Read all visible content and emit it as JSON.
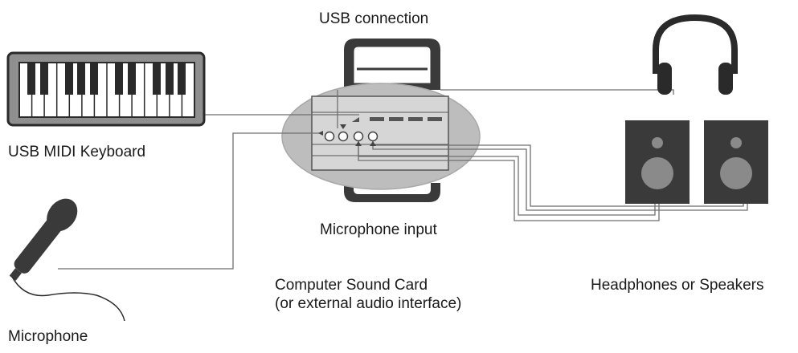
{
  "labels": {
    "usb_connection": "USB connection",
    "usb_midi_keyboard": "USB MIDI Keyboard",
    "microphone_input": "Microphone input",
    "sound_card_line1": "Computer Sound Card",
    "sound_card_line2": "(or external audio interface)",
    "outputs": "Headphones or Speakers",
    "microphone": "Microphone"
  },
  "colors": {
    "device_dark": "#3a3a3a",
    "device_mid": "#8a8a8a",
    "panel_light": "#d9d9d9",
    "cable": "#6f6f6f",
    "ellipse": "#bdbdbd"
  }
}
